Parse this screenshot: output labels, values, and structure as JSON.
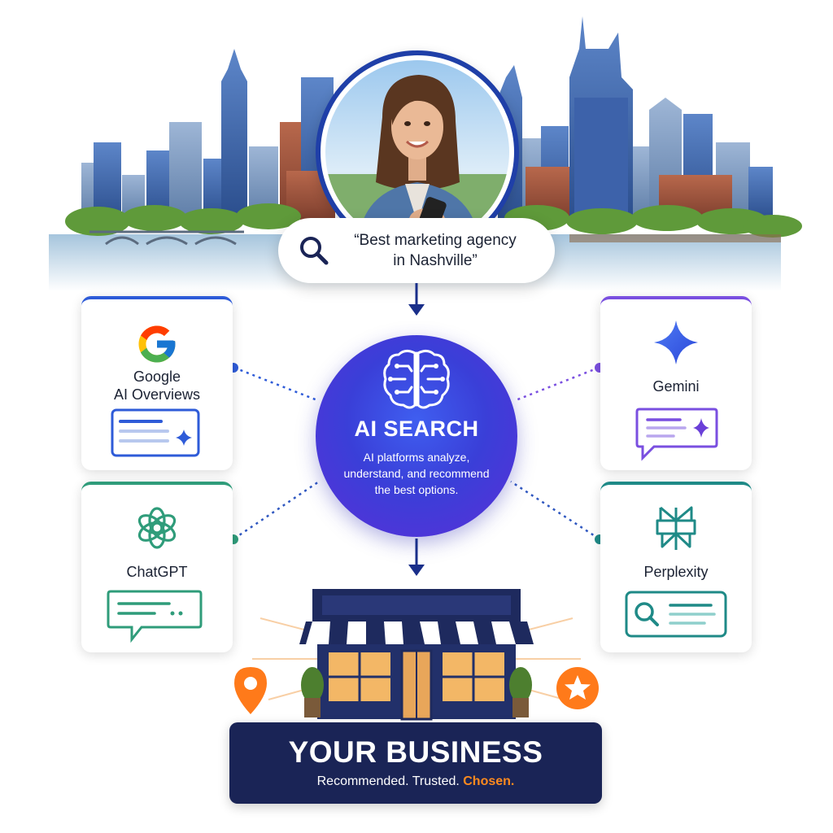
{
  "query": {
    "text_line1": "“Best marketing agency",
    "text_line2": "in Nashville”"
  },
  "ai_search": {
    "title": "AI SEARCH",
    "description_line1": "AI platforms analyze,",
    "description_line2": "understand, and recommend",
    "description_line3": "the best options."
  },
  "platforms": {
    "google": {
      "label_line1": "Google",
      "label_line2": "AI Overviews"
    },
    "gemini": {
      "label": "Gemini"
    },
    "chatgpt": {
      "label": "ChatGPT"
    },
    "perplexity": {
      "label": "Perplexity"
    }
  },
  "business": {
    "title": "YOUR BUSINESS",
    "tagline_part1": "Recommended. Trusted. ",
    "tagline_part2": "Chosen."
  },
  "colors": {
    "navy": "#1a2456",
    "ai_blue": "#3a3fd8",
    "accent_orange": "#ff8a1e",
    "google_accent": "#2e5bd8",
    "gemini_accent": "#7a4fe0",
    "chatgpt_accent": "#2f9c7a",
    "perplexity_accent": "#1f8a87"
  },
  "icons": [
    "search-icon",
    "brain-icon",
    "google-logo-icon",
    "gemini-sparkle-icon",
    "chatgpt-logo-icon",
    "perplexity-logo-icon",
    "location-pin-icon",
    "star-badge-icon",
    "storefront-illustration"
  ]
}
